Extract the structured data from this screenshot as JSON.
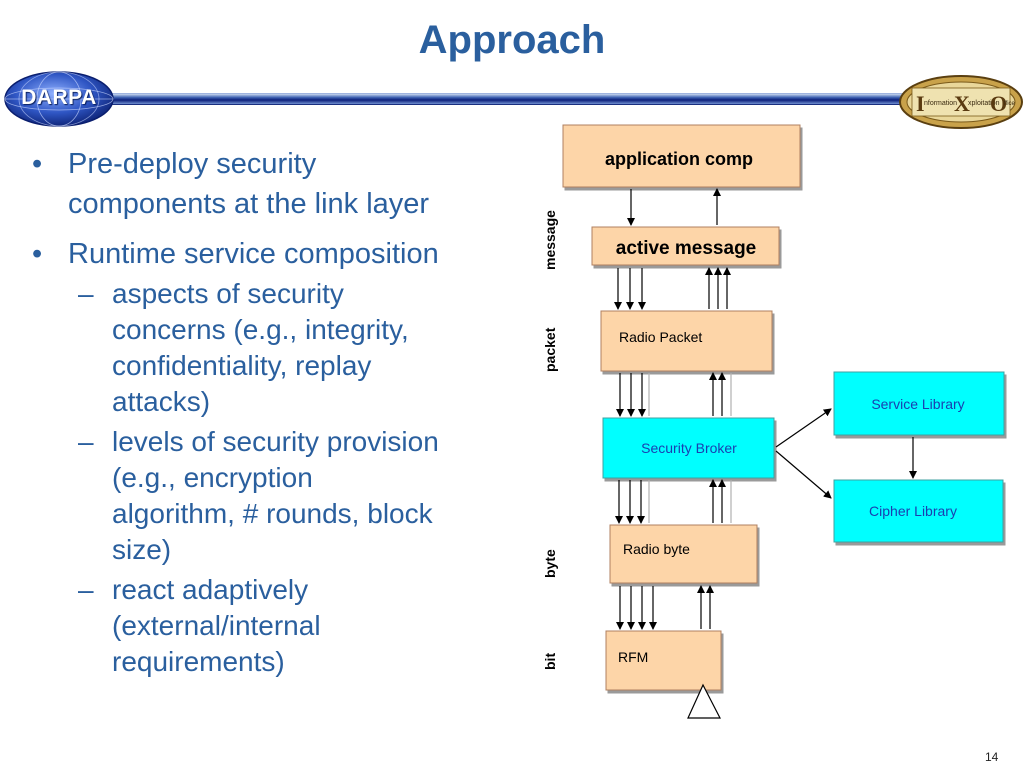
{
  "slide": {
    "title": "Approach",
    "page_number": "14"
  },
  "logos": {
    "darpa": {
      "text": "DARPA"
    },
    "ixo": {
      "letters": [
        "I",
        "X",
        "O"
      ],
      "word1": "nformation",
      "word2": "xploitation",
      "word3": "ffice"
    }
  },
  "bullets": [
    {
      "text": "Pre-deploy security components at the link layer",
      "lines": [
        "Pre-deploy security",
        "components at the link layer"
      ],
      "sub": []
    },
    {
      "text": "Runtime service composition",
      "lines": [
        "Runtime service composition"
      ],
      "sub": [
        {
          "lines": [
            "aspects of security",
            "concerns (e.g., integrity,",
            "confidentiality, replay",
            "attacks)"
          ]
        },
        {
          "lines": [
            "levels of security provision",
            "(e.g., encryption",
            "algorithm, # rounds, block",
            "size)"
          ]
        },
        {
          "lines": [
            "react adaptively",
            "(external/internal",
            "requirements)"
          ]
        }
      ]
    }
  ],
  "bullet_symbols": {
    "level1": "•",
    "level2": "–"
  },
  "diagram": {
    "layer_labels": {
      "message": "message",
      "packet": "packet",
      "byte": "byte",
      "bit": "bit"
    },
    "boxes": {
      "application_comp": "application comp",
      "active_message": "active message",
      "radio_packet": "Radio Packet",
      "security_broker": "Security Broker",
      "service_library": "Service Library",
      "cipher_library": "Cipher Library",
      "radio_byte": "Radio byte",
      "rfm": "RFM"
    },
    "colors": {
      "peach": "#fdd5a8",
      "cyan": "#00ffff",
      "cyan_text": "#1a3fb0"
    }
  }
}
